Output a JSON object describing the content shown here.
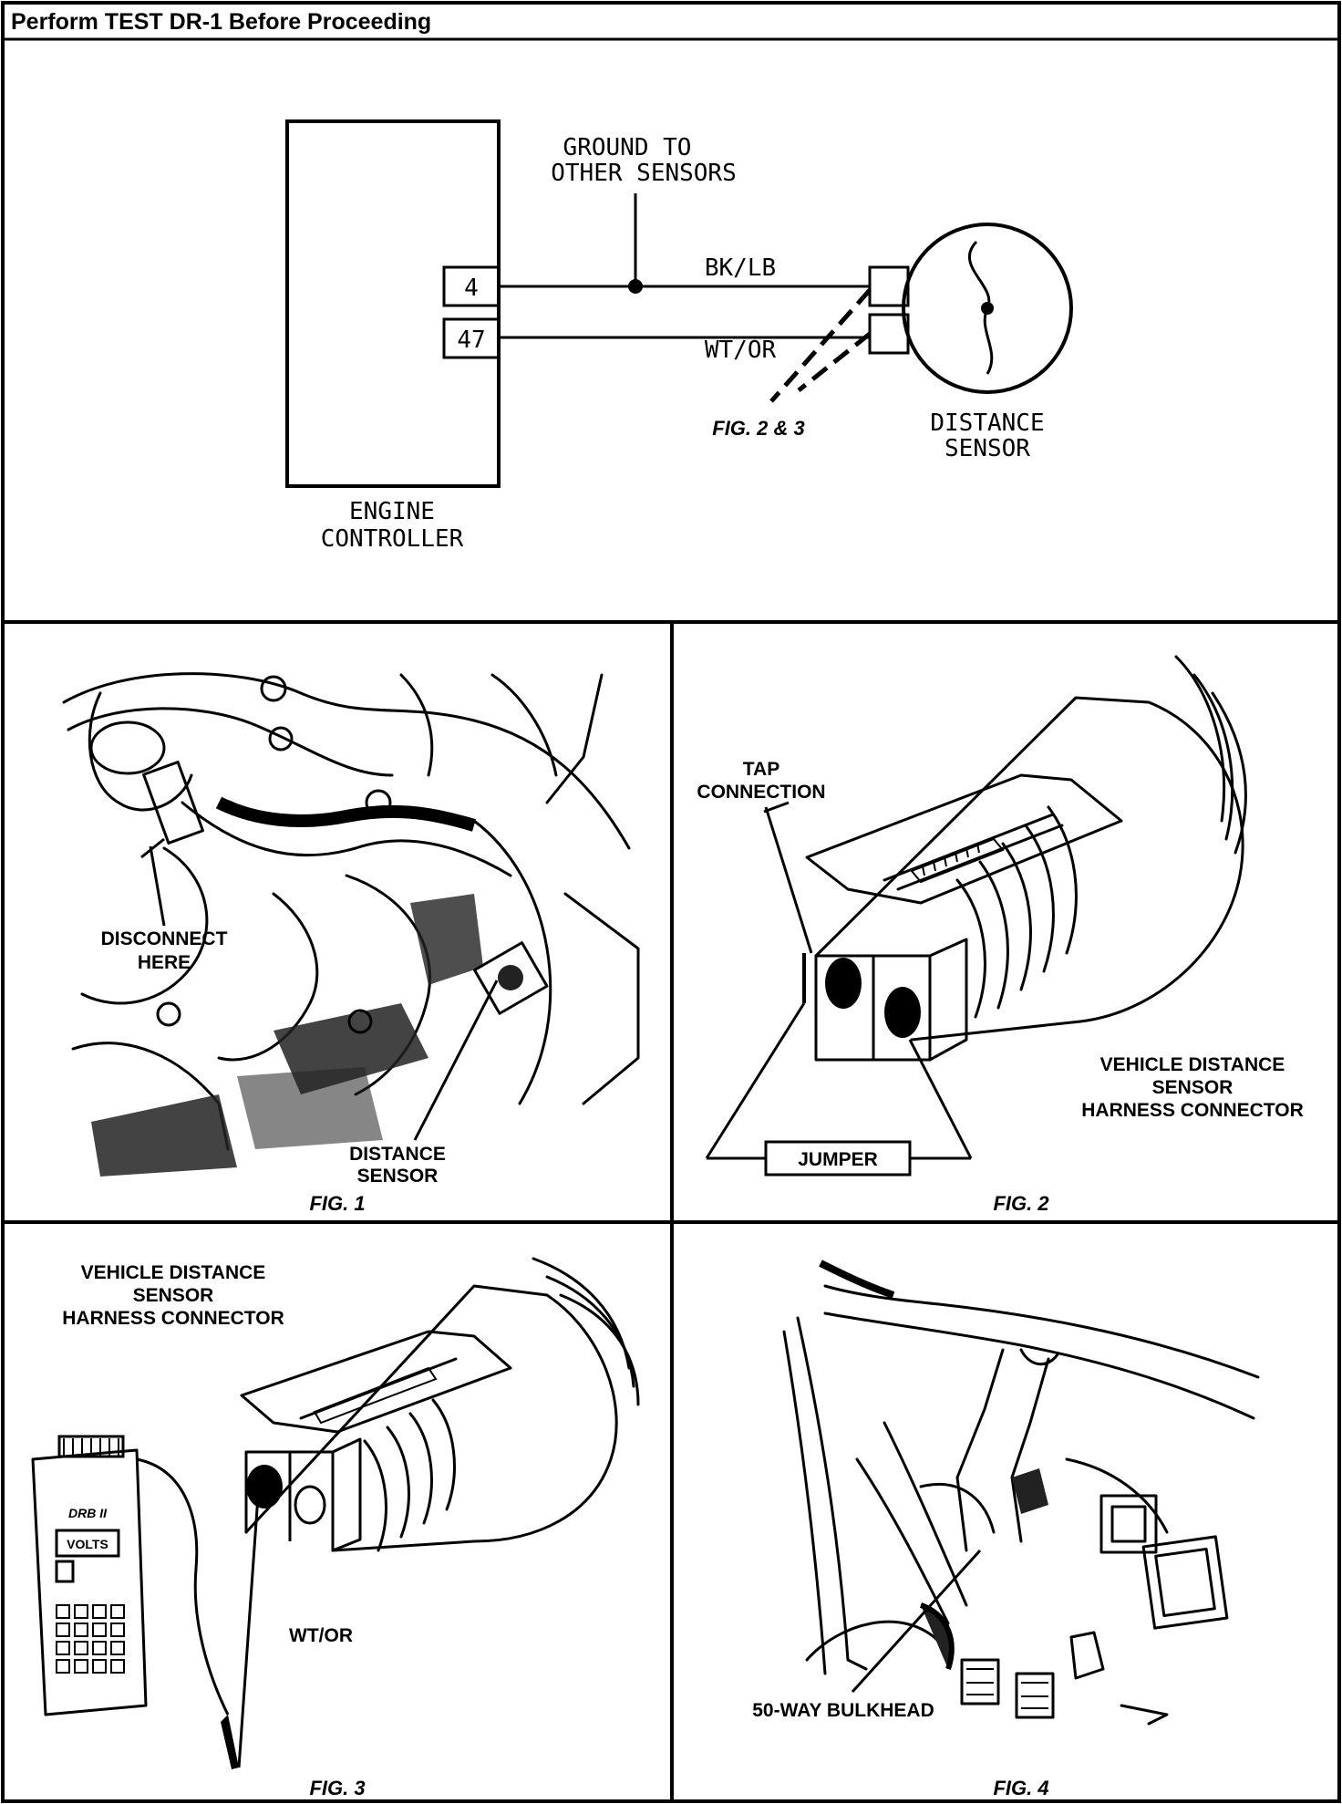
{
  "header": {
    "title": "Perform TEST DR-1 Before Proceeding"
  },
  "schematic": {
    "engine_controller": [
      "ENGINE",
      "CONTROLLER"
    ],
    "pin_top": "4",
    "pin_bottom": "47",
    "ground_note": [
      "GROUND TO",
      "OTHER SENSORS"
    ],
    "wire_top": "BK/LB",
    "wire_bottom": "WT/OR",
    "fig_ref": "FIG. 2 & 3",
    "distance_sensor": [
      "DISTANCE",
      "SENSOR"
    ]
  },
  "fig1": {
    "disconnect": [
      "DISCONNECT",
      "HERE"
    ],
    "sensor": [
      "DISTANCE",
      "SENSOR"
    ],
    "caption": "FIG. 1"
  },
  "fig2": {
    "tap": [
      "TAP",
      "CONNECTION"
    ],
    "jumper": "JUMPER",
    "connector": [
      "VEHICLE DISTANCE",
      "SENSOR",
      "HARNESS CONNECTOR"
    ],
    "caption": "FIG. 2"
  },
  "fig3": {
    "connector": [
      "VEHICLE DISTANCE",
      "SENSOR",
      "HARNESS CONNECTOR"
    ],
    "meter_brand": "DRB II",
    "meter_mode": "VOLTS",
    "wire": "WT/OR",
    "caption": "FIG. 3"
  },
  "fig4": {
    "bulkhead": "50-WAY BULKHEAD",
    "caption": "FIG. 4"
  }
}
